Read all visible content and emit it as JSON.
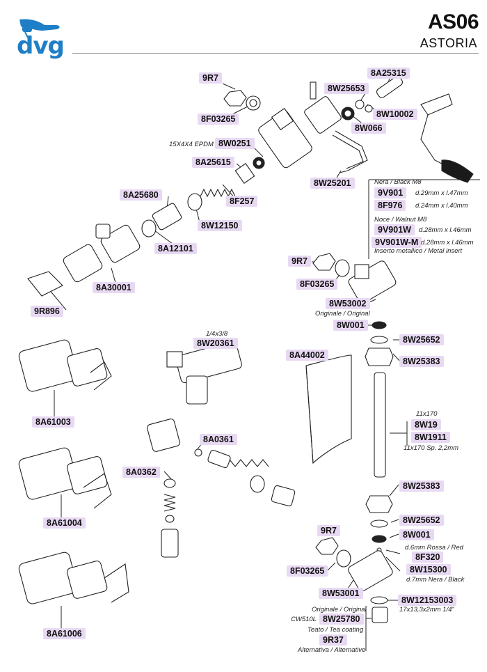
{
  "header": {
    "logo_text": "dvg",
    "code": "AS06",
    "name": "ASTORIA"
  },
  "parts": {
    "p_9r7_top": "9R7",
    "p_8f03265_top": "8F03265",
    "p_8a25315": "8A25315",
    "p_8w25653": "8W25653",
    "p_8w10002": "8W10002",
    "p_8w066": "8W066",
    "p_8w0251": "8W0251",
    "p_8a25615": "8A25615",
    "p_8w25201": "8W25201",
    "p_8a25680": "8A25680",
    "p_8f257": "8F257",
    "p_8w12150": "8W12150",
    "p_8a12101": "8A12101",
    "p_8a30001": "8A30001",
    "p_9r896": "9R896",
    "p_9v901": "9V901",
    "p_8f976": "8F976",
    "p_9v901w": "9V901W",
    "p_9v901wm": "9V901W-M",
    "p_9r7_mid": "9R7",
    "p_8f03265_mid": "8F03265",
    "p_8w53002": "8W53002",
    "p_8w001_top": "8W001",
    "p_8w25652_top": "8W25652",
    "p_8w25383_top": "8W25383",
    "p_8w20361": "8W20361",
    "p_8a44002": "8A44002",
    "p_8a61003": "8A61003",
    "p_8w19": "8W19",
    "p_8w1911": "8W1911",
    "p_8a0361": "8A0361",
    "p_8a0362": "8A0362",
    "p_8a61004": "8A61004",
    "p_8w25383_bot": "8W25383",
    "p_8w25652_bot": "8W25652",
    "p_8w001_bot": "8W001",
    "p_9r7_bot": "9R7",
    "p_8f320": "8F320",
    "p_8w15300": "8W15300",
    "p_8f03265_bot": "8F03265",
    "p_8w53001": "8W53001",
    "p_8w12153003": "8W12153003",
    "p_8a61006": "8A61006",
    "p_8w25780": "8W25780",
    "p_9r37": "9R37"
  },
  "notes": {
    "n_epdm": "15X4X4 EPDM",
    "n_nera": "Nera / Black M8",
    "n_9v901": "d.29mm x l.47mm",
    "n_8f976": "d.24mm x l.40mm",
    "n_noce": "Noce / Walnut M8",
    "n_9v901w": "d.28mm x l.46mm",
    "n_9v901wm": "d.28mm x l.46mm",
    "n_insert": "Inserto metallico /  Metal insert",
    "n_originale_top": "Originale / Original",
    "n_14x38": "1/4x3/8",
    "n_11x170": "11x170",
    "n_11x170sp": "11x170 Sp. 2,2mm",
    "n_rossa": "d.6mm Rossa / Red",
    "n_nera_bot": "d.7mm Nera / Black",
    "n_17x13": "17x13,3x2mm 1/4\"",
    "n_originale_bot": "Originale / Original",
    "n_cw510l": "CW510L",
    "n_teato": "Teato / Tea coating",
    "n_alternativa": "Alternativa / Alternative"
  },
  "colors": {
    "label_bg": "#e8d9f3",
    "logo_blue": "#1f7fc6",
    "knob_black": "#1a1a1a"
  },
  "icons": {
    "logo": "dvg-faucet-logo"
  }
}
